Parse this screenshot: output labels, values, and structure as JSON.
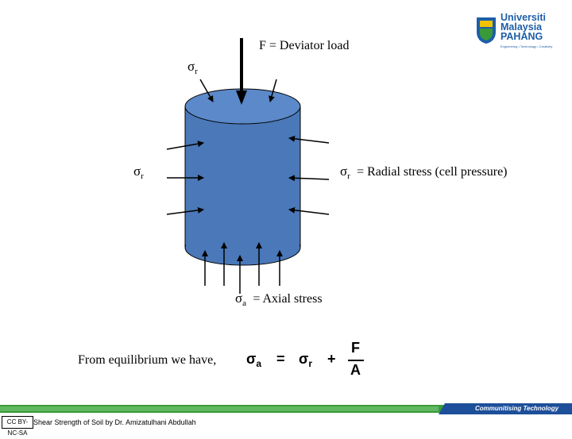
{
  "diagram": {
    "load_label": "F =  Deviator load",
    "sigma_symbol": "σ",
    "sub_r": "r",
    "sub_a": "a",
    "radial_label": "= Radial stress (cell pressure)",
    "axial_label": "= Axial stress",
    "colors": {
      "cylinder": "#4a78b8",
      "cylinder_top": "#5b89c9",
      "outline": "#000000"
    }
  },
  "equation": {
    "intro": "From equilibrium we have,",
    "lhs_sub": "a",
    "equals": "=",
    "rhs_sub": "r",
    "plus": "+",
    "numerator": "F",
    "denominator": "A"
  },
  "branding": {
    "logo_line1": "Universiti",
    "logo_line2": "Malaysia",
    "logo_line3": "PAHANG",
    "logo_tagline": "Engineering • Technology • Creativity",
    "footer_tagline": "Communitising Technology",
    "footer_credit": "Shear Strength of Soil by Dr. Amizatulhani Abdullah",
    "license_badge": "CC BY-NC-SA",
    "colors": {
      "brand_blue": "#1d5ea8",
      "footer_green": "#3a9a3a",
      "footer_blue": "#1d4f9a"
    }
  }
}
